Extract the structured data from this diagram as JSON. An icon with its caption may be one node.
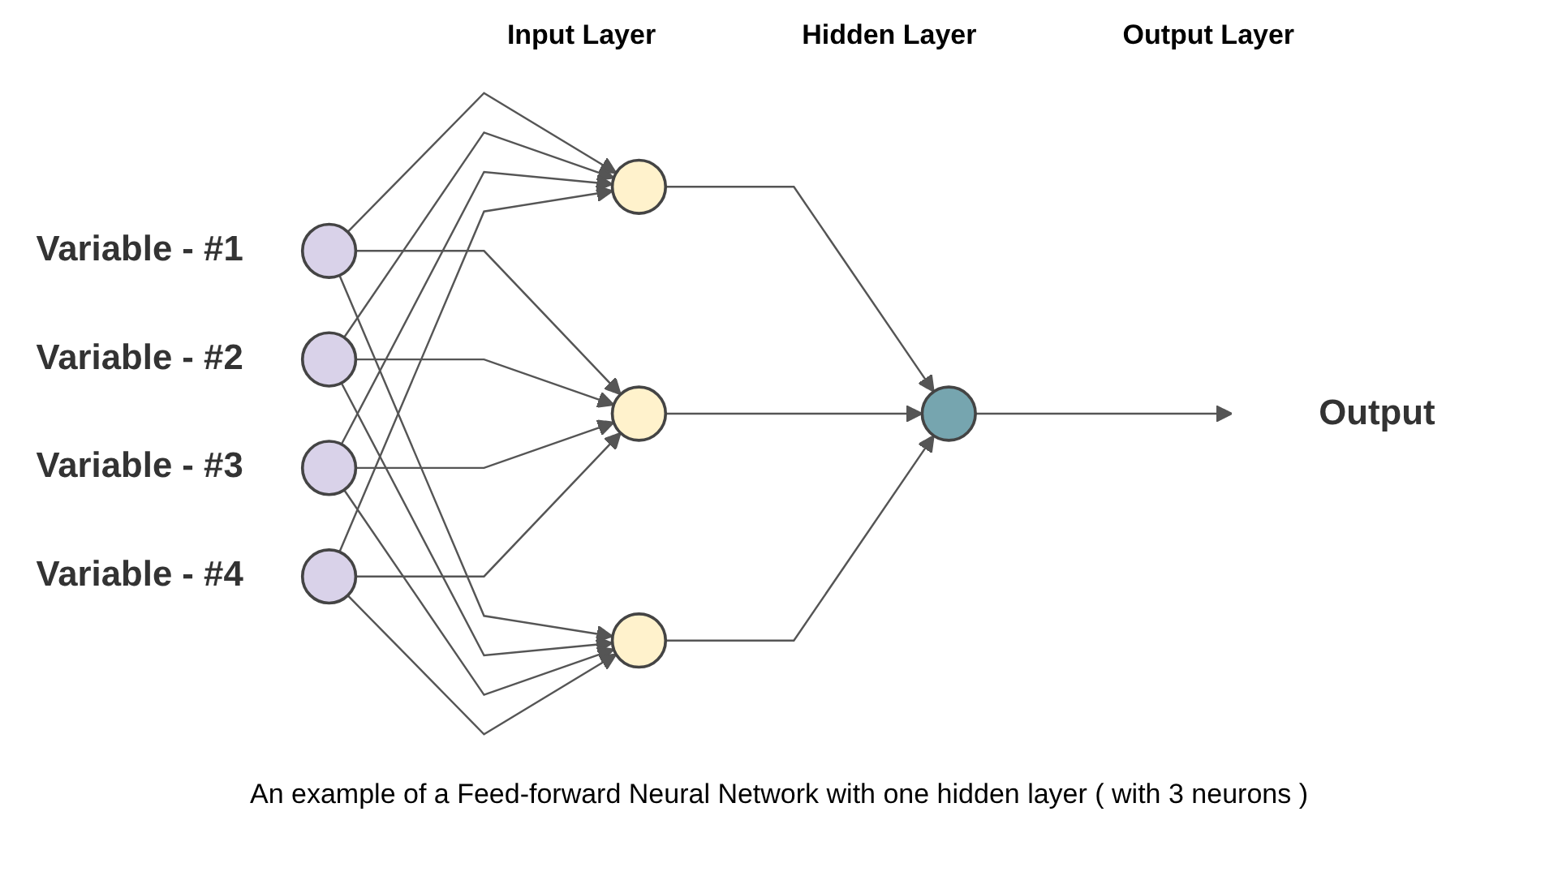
{
  "diagram": {
    "caption": "An example of a Feed-forward Neural Network with one hidden layer ( with 3 neurons )",
    "nodes": [
      {
        "text": [],
        "shape": "circle",
        "beside": [
          "Variable - #1"
        ]
      },
      {
        "text": [],
        "shape": "circle",
        "beside": [
          "Variable - #2"
        ]
      },
      {
        "text": [],
        "shape": "circle",
        "beside": [
          "Variable - #3"
        ]
      },
      {
        "text": [],
        "shape": "circle",
        "beside": [
          "Variable - #4"
        ]
      },
      {
        "text": [],
        "shape": "circle"
      },
      {
        "text": [],
        "shape": "circle"
      },
      {
        "text": [],
        "shape": "circle"
      },
      {
        "text": [],
        "shape": "circle"
      },
      {
        "text": [
          "Output"
        ]
      }
    ],
    "edges": [
      {
        "from": 0,
        "to": 4,
        "arrow": "to"
      },
      {
        "from": 0,
        "to": 5,
        "arrow": "to"
      },
      {
        "from": 0,
        "to": 6,
        "arrow": "to"
      },
      {
        "from": 1,
        "to": 4,
        "arrow": "to"
      },
      {
        "from": 1,
        "to": 5,
        "arrow": "to"
      },
      {
        "from": 1,
        "to": 6,
        "arrow": "to"
      },
      {
        "from": 2,
        "to": 4,
        "arrow": "to"
      },
      {
        "from": 2,
        "to": 5,
        "arrow": "to"
      },
      {
        "from": 2,
        "to": 6,
        "arrow": "to"
      },
      {
        "from": 3,
        "to": 4,
        "arrow": "to"
      },
      {
        "from": 3,
        "to": 5,
        "arrow": "to"
      },
      {
        "from": 3,
        "to": 6,
        "arrow": "to"
      },
      {
        "from": 4,
        "to": 7,
        "arrow": "to"
      },
      {
        "from": 5,
        "to": 7,
        "arrow": "to"
      },
      {
        "from": 6,
        "to": 7,
        "arrow": "to"
      },
      {
        "from": 7,
        "to": 8,
        "arrow": "to"
      }
    ],
    "labels": [
      "Input Layer",
      "Hidden Layer",
      "Output Layer"
    ]
  }
}
